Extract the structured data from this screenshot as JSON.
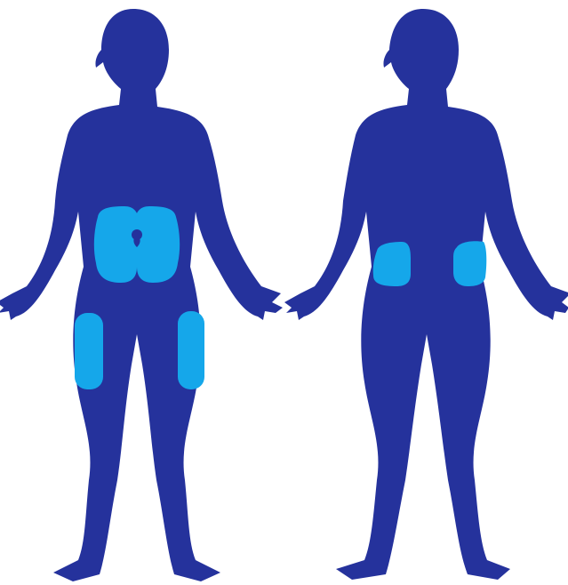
{
  "colors": {
    "background": "#ffffff",
    "silhouette": "#25329c",
    "injection_site": "#15a7ea",
    "navel": "#25329c"
  },
  "figures": [
    {
      "view": "front",
      "highlighted_regions": [
        "abdomen-left",
        "abdomen-right",
        "thigh-left",
        "thigh-right"
      ]
    },
    {
      "view": "back",
      "highlighted_regions": [
        "upper-buttock-left",
        "upper-buttock-right"
      ]
    }
  ]
}
